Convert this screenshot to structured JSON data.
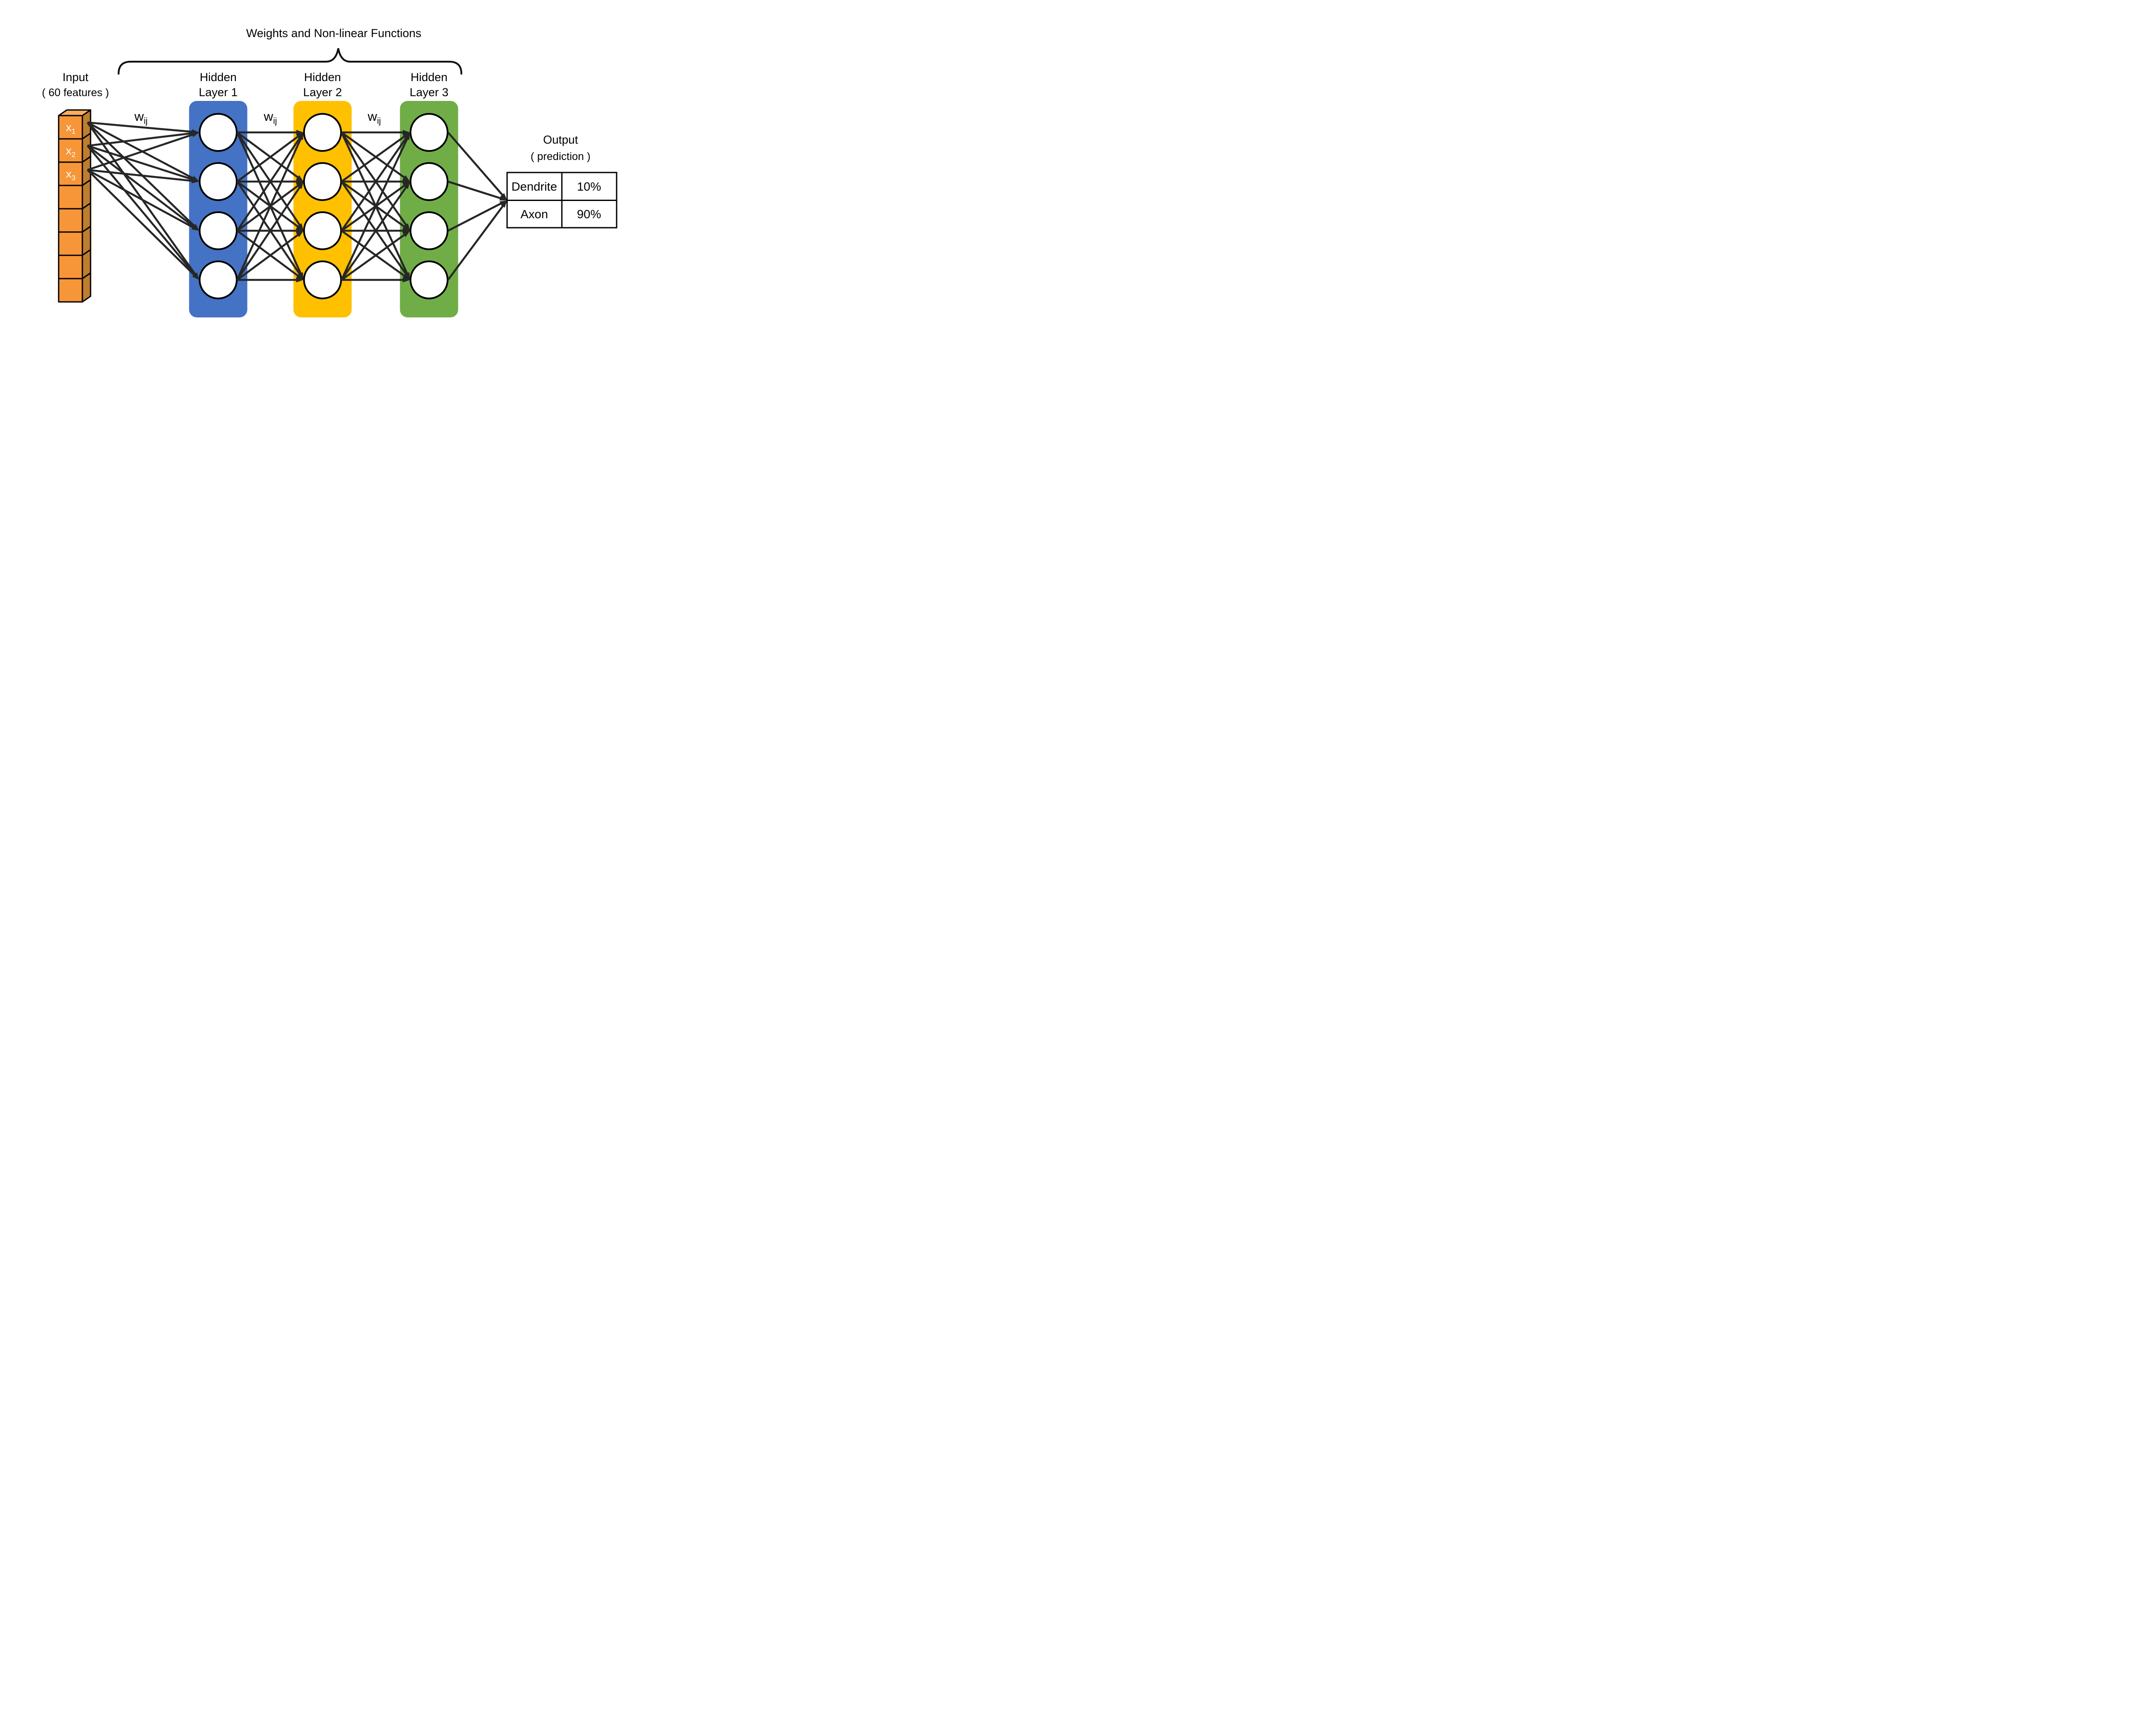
{
  "title": "Weights and Non-linear Functions",
  "input": {
    "label_line1": "Input",
    "label_line2": "( 60 features )",
    "box_count": 8,
    "features": [
      {
        "base": "x",
        "sub": "1"
      },
      {
        "base": "x",
        "sub": "2"
      },
      {
        "base": "x",
        "sub": "3"
      }
    ]
  },
  "weight_labels": [
    {
      "base": "w",
      "sub": "ij"
    },
    {
      "base": "w",
      "sub": "ij"
    },
    {
      "base": "w",
      "sub": "ij"
    }
  ],
  "layers": [
    {
      "line1": "Hidden",
      "line2": "Layer 1",
      "neurons": 4,
      "color": "#4472C4"
    },
    {
      "line1": "Hidden",
      "line2": "Layer 2",
      "neurons": 4,
      "color": "#FFC000"
    },
    {
      "line1": "Hidden",
      "line2": "Layer 3",
      "neurons": 4,
      "color": "#70AD47"
    }
  ],
  "output": {
    "label_line1": "Output",
    "label_line2": "( prediction )",
    "table": {
      "rows": [
        {
          "label": "Dendrite",
          "value": "10%"
        },
        {
          "label": "Axon",
          "value": "90%"
        }
      ]
    }
  },
  "palette": {
    "input_front": "#F79639",
    "input_side": "#BE7D2F",
    "input_top": "#FAAD60",
    "edge": "#262626",
    "stroke": "#000000",
    "background": "#FFFFFF"
  }
}
